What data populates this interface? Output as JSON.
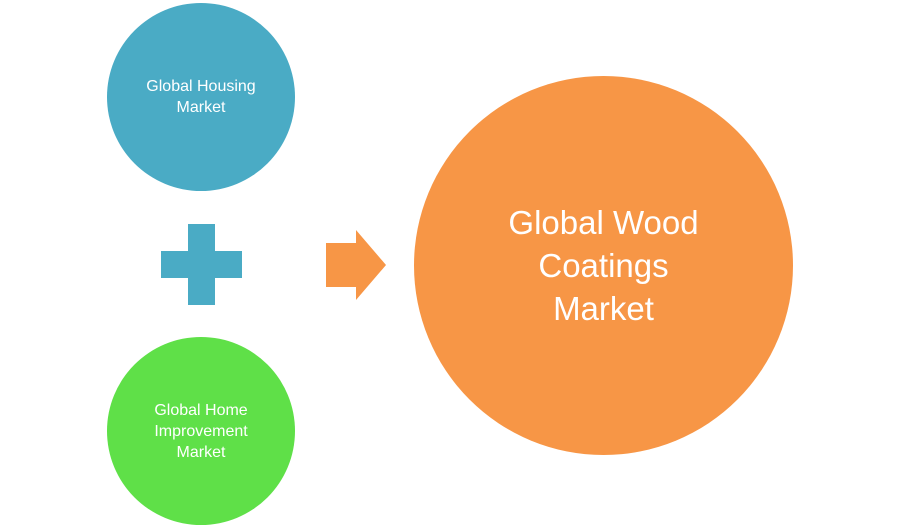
{
  "diagram": {
    "inputs": [
      {
        "label": "Global Housing\nMarket",
        "color": "#4aabc5"
      },
      {
        "label": "Global Home\nImprovement\nMarket",
        "color": "#5fe048"
      }
    ],
    "operator": {
      "symbol": "plus",
      "color": "#4aabc5"
    },
    "connector": {
      "symbol": "arrow-right",
      "color": "#f79646"
    },
    "output": {
      "label": "Global Wood\nCoatings\nMarket",
      "color": "#f79646"
    }
  }
}
